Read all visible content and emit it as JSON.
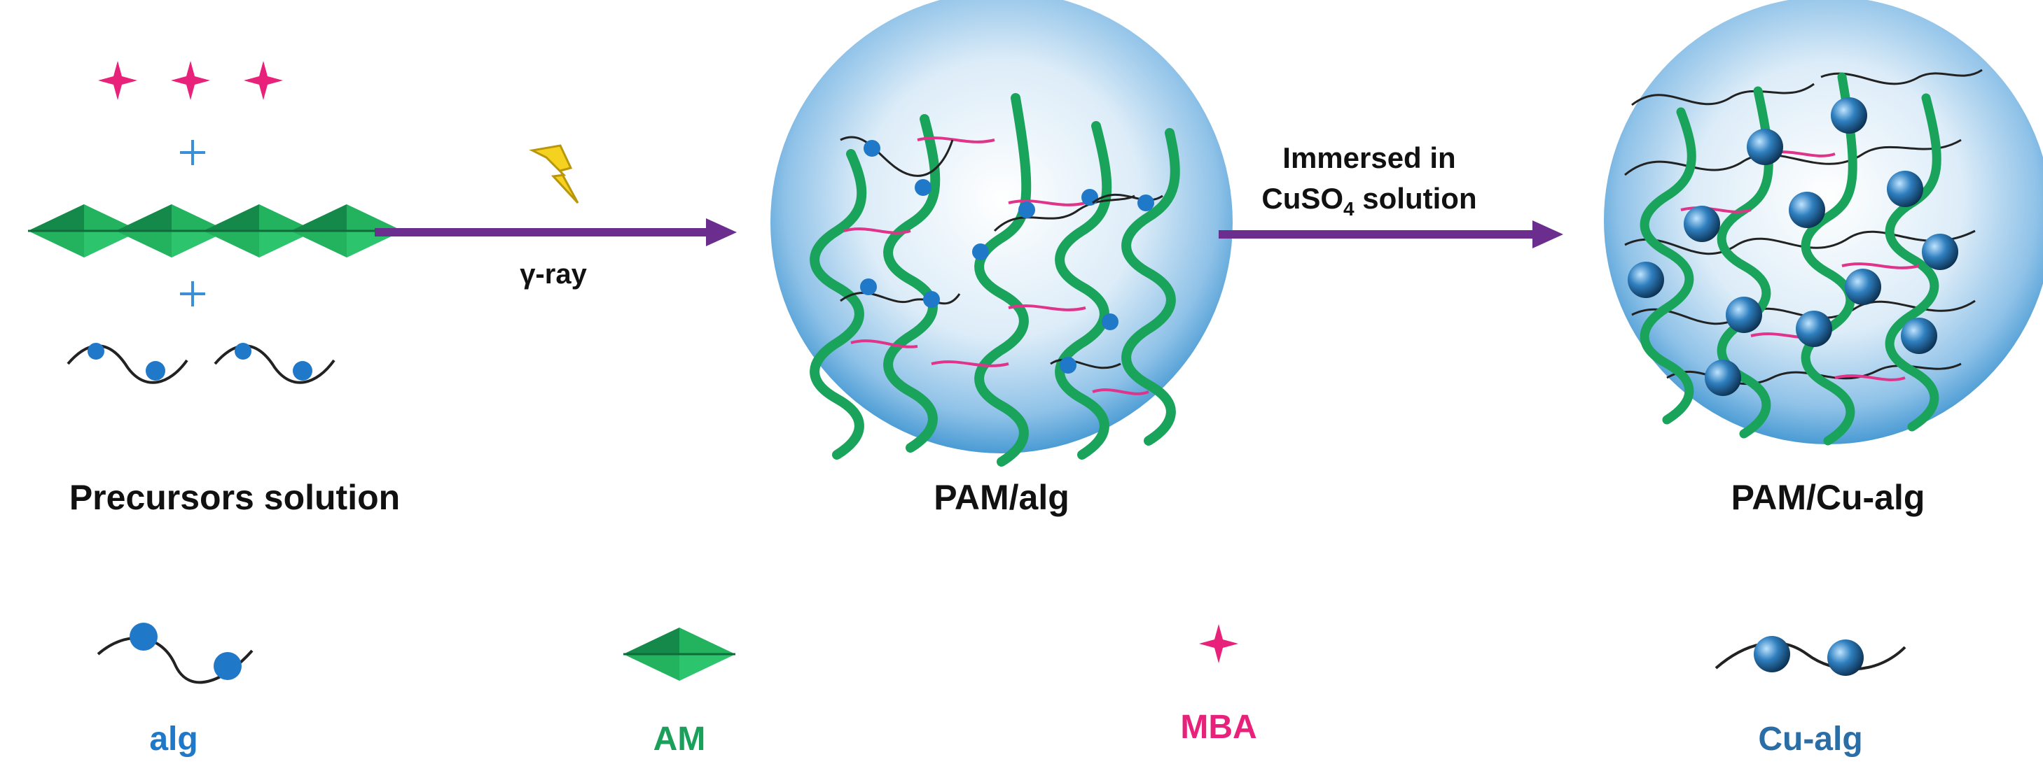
{
  "stages": {
    "precursors": "Precursors solution",
    "pam_alg": "PAM/alg",
    "pam_cu_alg": "PAM/Cu-alg"
  },
  "arrows": {
    "step1": "γ-ray",
    "step2_line1": "Immersed in",
    "step2_line2_main": "CuSO",
    "step2_line2_sub": "4",
    "step2_line2_tail": " solution"
  },
  "legend": {
    "alg": "alg",
    "am": "AM",
    "mba": "MBA",
    "cu_alg": "Cu-alg"
  },
  "colors": {
    "alg": "#1f78c8",
    "am": "#1aa05a",
    "mba": "#e8227a",
    "cu_alg": "#2a6ea8",
    "arrow": "#6b2e8f",
    "chain": "#222222",
    "am_chain": "#1aa35a",
    "crosslink": "#e0338a",
    "lightning": "#f5d21f"
  },
  "icons": [
    "plus-icon",
    "lightning-icon",
    "arrow-icon",
    "am-monomer-icon",
    "mba-crosslinker-icon",
    "alg-chain-icon",
    "cu-alg-chain-icon"
  ]
}
